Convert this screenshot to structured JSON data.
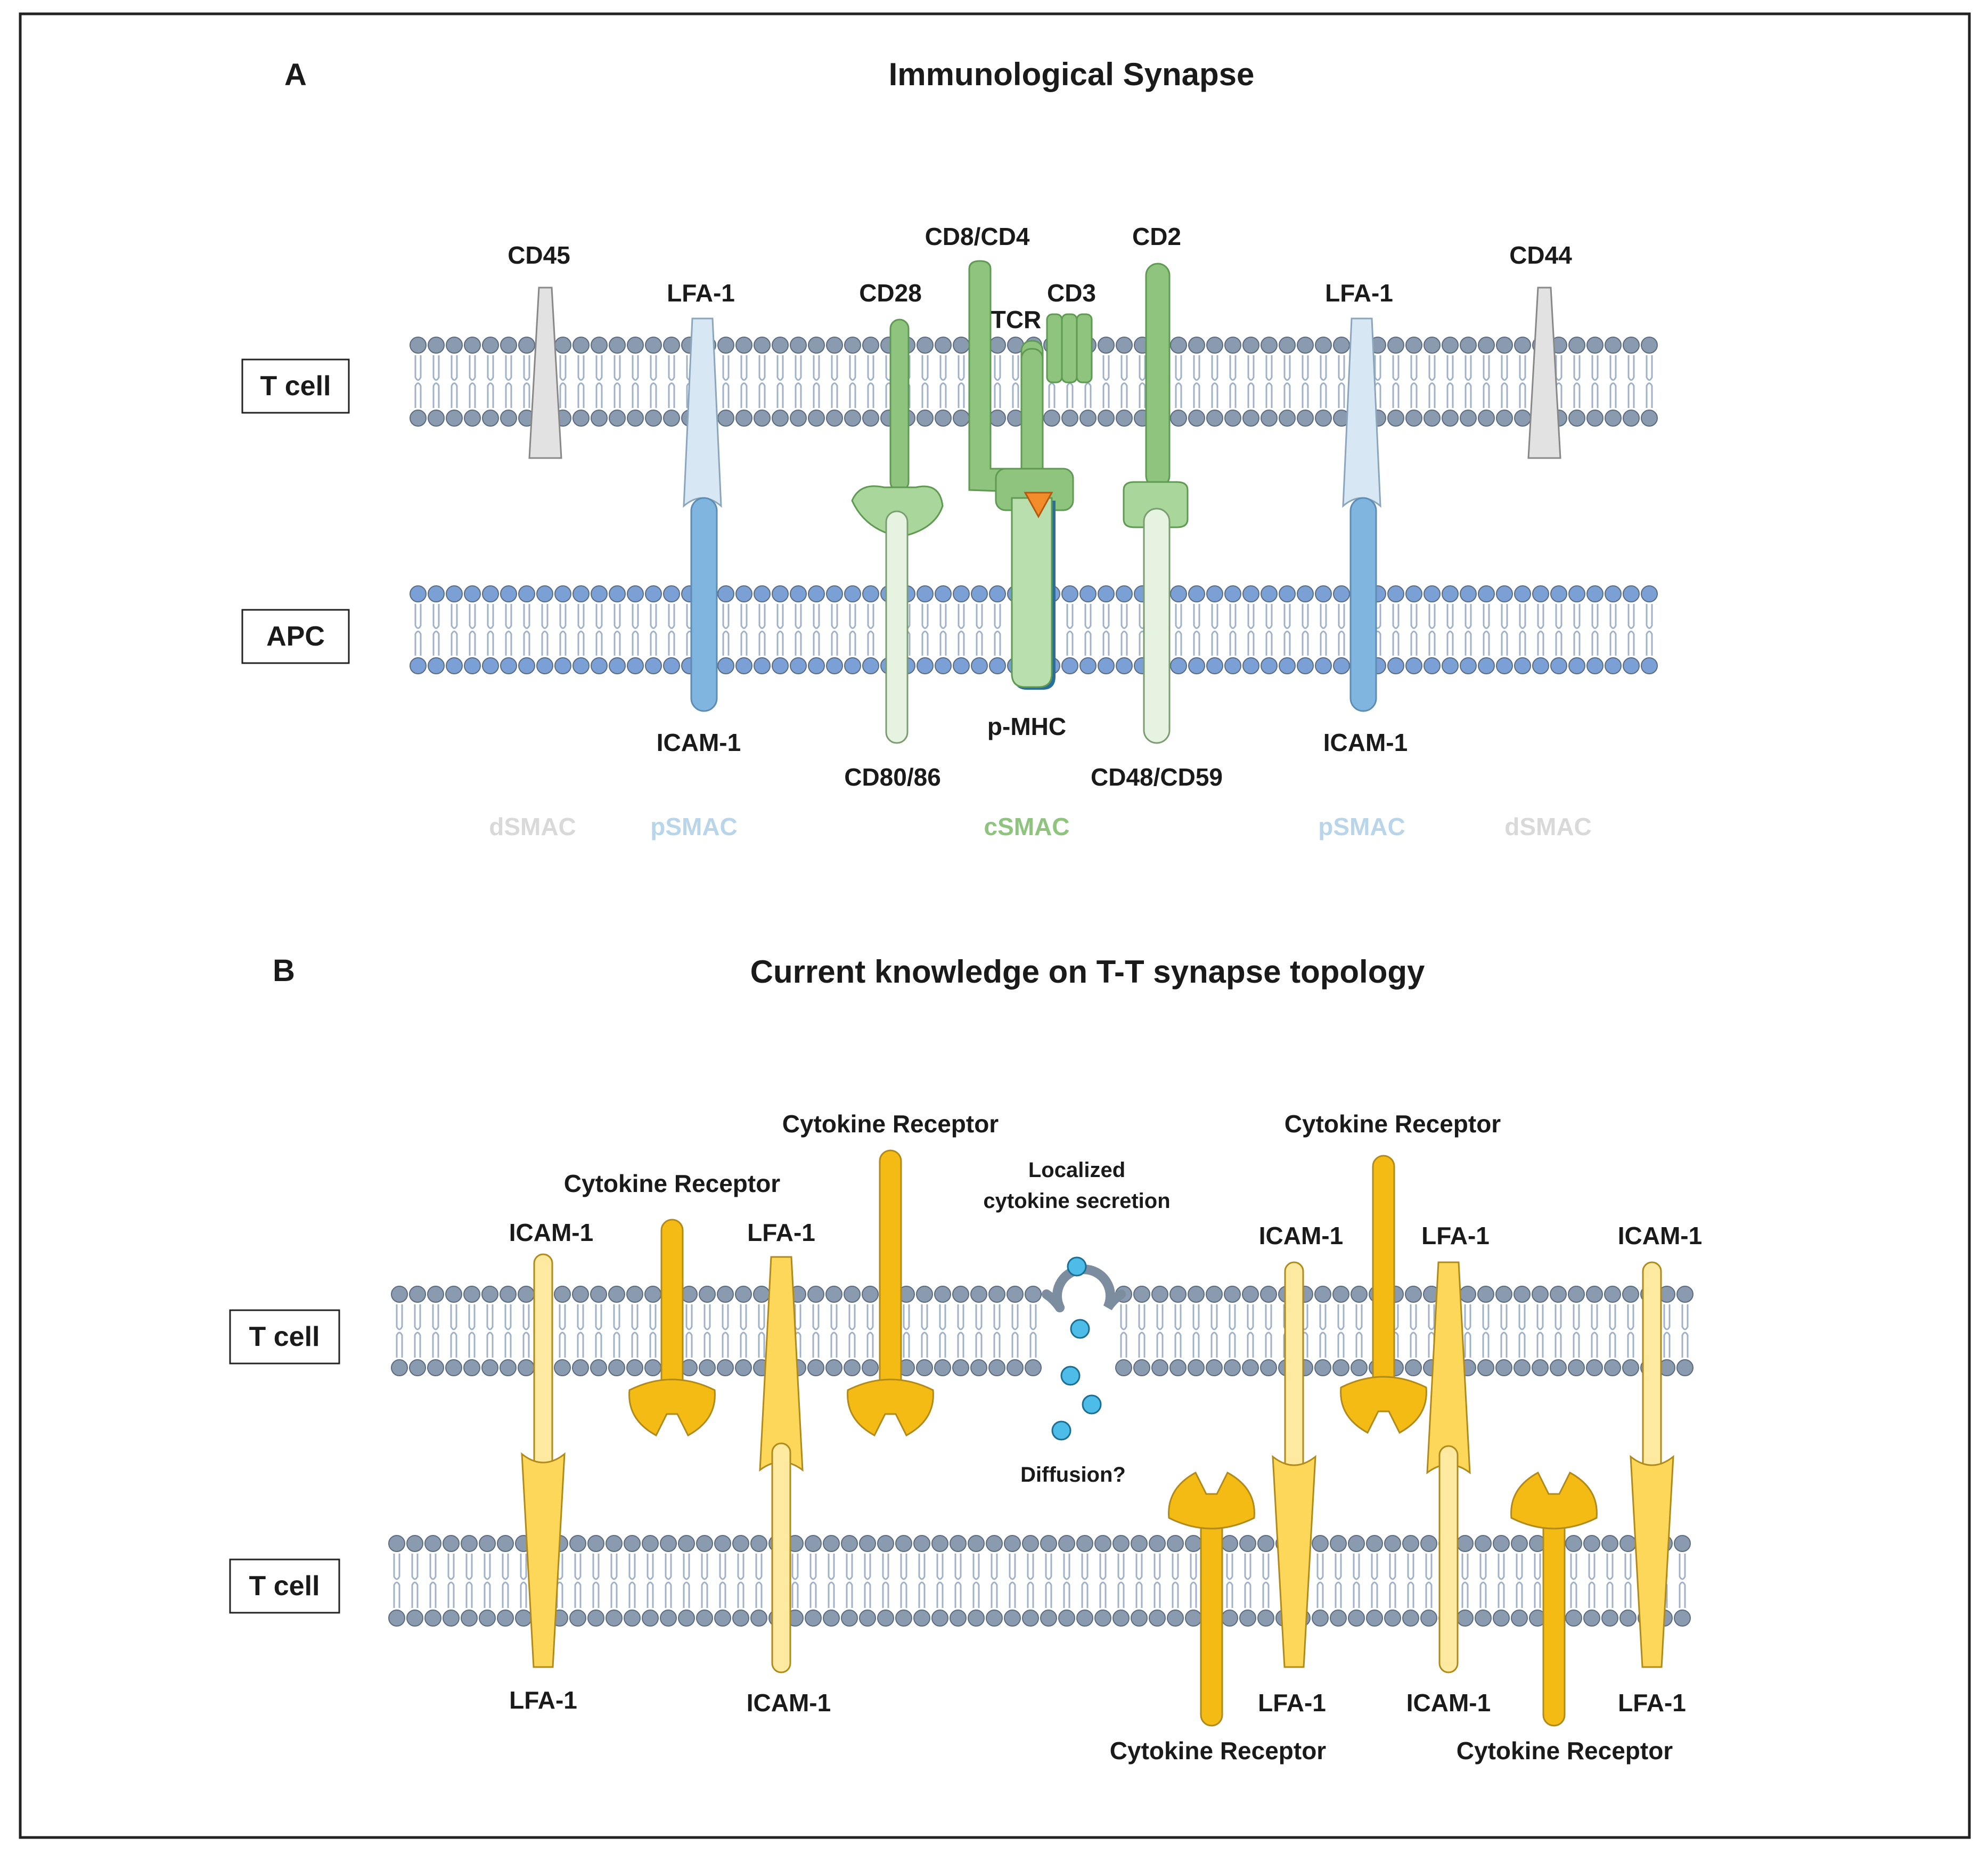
{
  "panel_a": {
    "letter": "A",
    "title": "Immunological Synapse",
    "cell_top": "T cell",
    "cell_bottom": "APC",
    "labels": {
      "cd45": "CD45",
      "lfa1_left": "LFA-1",
      "cd28": "CD28",
      "cd8cd4": "CD8/CD4",
      "cd3": "CD3",
      "tcr": "TCR",
      "cd2": "CD2",
      "lfa1_right": "LFA-1",
      "cd44": "CD44",
      "icam1_left": "ICAM-1",
      "cd80_86": "CD80/86",
      "pmhc": "p-MHC",
      "cd48_cd59": "CD48/CD59",
      "icam1_right": "ICAM-1"
    },
    "smac": {
      "dsmac_left": "dSMAC",
      "psmac_left": "pSMAC",
      "csmac": "cSMAC",
      "psmac_right": "pSMAC",
      "dsmac_right": "dSMAC"
    }
  },
  "panel_b": {
    "letter": "B",
    "title": "Current knowledge on T-T synapse topology",
    "cell_top": "T cell",
    "cell_bottom": "T cell",
    "labels": {
      "icam1_top_1": "ICAM-1",
      "cytorec_top_1": "Cytokine Receptor",
      "lfa1_top_1": "LFA-1",
      "cytorec_top_2": "Cytokine Receptor",
      "secretion_1": "Localized",
      "secretion_2": "cytokine secretion",
      "cytorec_top_3": "Cytokine Receptor",
      "icam1_top_2": "ICAM-1",
      "lfa1_top_2": "LFA-1",
      "icam1_top_3": "ICAM-1",
      "diffusion": "Diffusion?",
      "lfa1_bot_1": "LFA-1",
      "icam1_bot_1": "ICAM-1",
      "lfa1_bot_2": "LFA-1",
      "icam1_bot_2": "ICAM-1",
      "lfa1_bot_3": "LFA-1",
      "cytorec_bot_1": "Cytokine Receptor",
      "cytorec_bot_2": "Cytokine Receptor"
    }
  },
  "colors": {
    "membrane_tcell": "#8a9bb0",
    "membrane_apc": "#7aa0d6",
    "tail": "#9fb2c8",
    "green": "#8ec47e",
    "green_light": "#cfe6c6",
    "blue_dark": "#7fb5df",
    "blue_light": "#d7e8f4",
    "grey": "#e2e2e2",
    "yellow_dark": "#f4bb15",
    "yellow_mid": "#fcd75a",
    "yellow_light": "#fde9a0"
  }
}
